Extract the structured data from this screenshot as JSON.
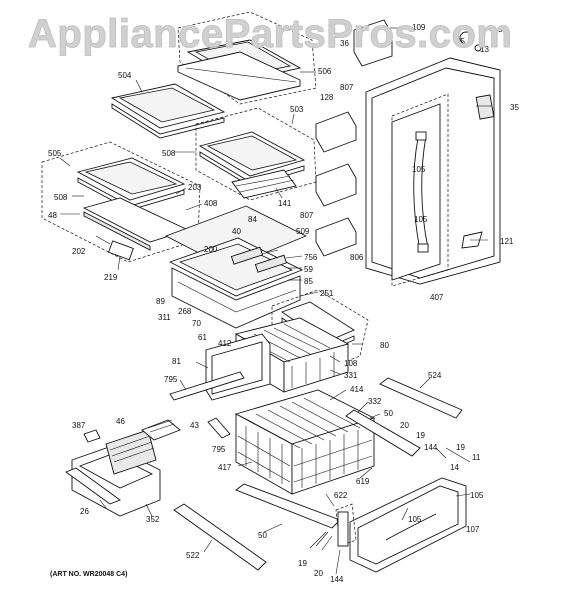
{
  "watermark": "AppliancePartsPros.com",
  "art_number": "(ART NO. WR20048 C4)",
  "callouts": [
    "109",
    "34",
    "36",
    "25",
    "13",
    "506",
    "504",
    "807",
    "128",
    "35",
    "503",
    "505",
    "508",
    "508",
    "141",
    "105",
    "203",
    "408",
    "48",
    "807",
    "84",
    "40",
    "509",
    "202",
    "200",
    "756",
    "59",
    "85",
    "806",
    "105",
    "121",
    "219",
    "251",
    "89",
    "311",
    "268",
    "70",
    "80",
    "407",
    "61",
    "412",
    "108",
    "81",
    "331",
    "795",
    "524",
    "414",
    "332",
    "387",
    "46",
    "43",
    "50",
    "20",
    "19",
    "144",
    "19",
    "795",
    "11",
    "14",
    "417",
    "619",
    "105",
    "26",
    "352",
    "622",
    "50",
    "107",
    "105",
    "522",
    "19",
    "20",
    "144"
  ],
  "colors": {
    "line": "#111111",
    "watermark": "#d0d0d0",
    "background": "#ffffff"
  }
}
